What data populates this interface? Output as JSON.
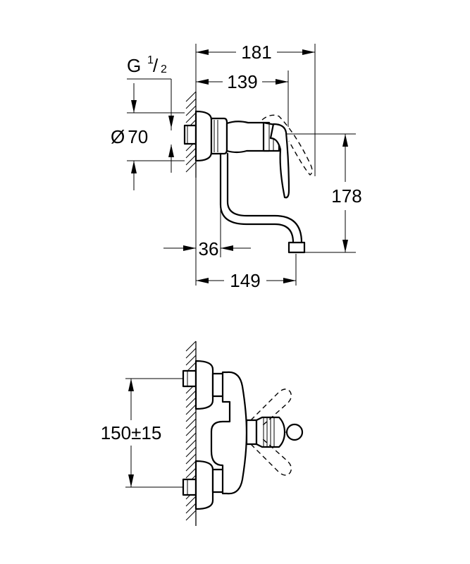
{
  "side_view": {
    "dimensions": {
      "overall_depth": "181",
      "handle_depth": "139",
      "spout_height": "178",
      "spout_reach": "149",
      "body_offset": "36",
      "diameter": "70",
      "diameter_symbol": "Ø"
    },
    "thread": {
      "letter": "G",
      "fraction_num": "1",
      "fraction_sep": "/",
      "fraction_den": "2"
    }
  },
  "front_view": {
    "dimensions": {
      "connection_spacing": "150±15"
    }
  }
}
